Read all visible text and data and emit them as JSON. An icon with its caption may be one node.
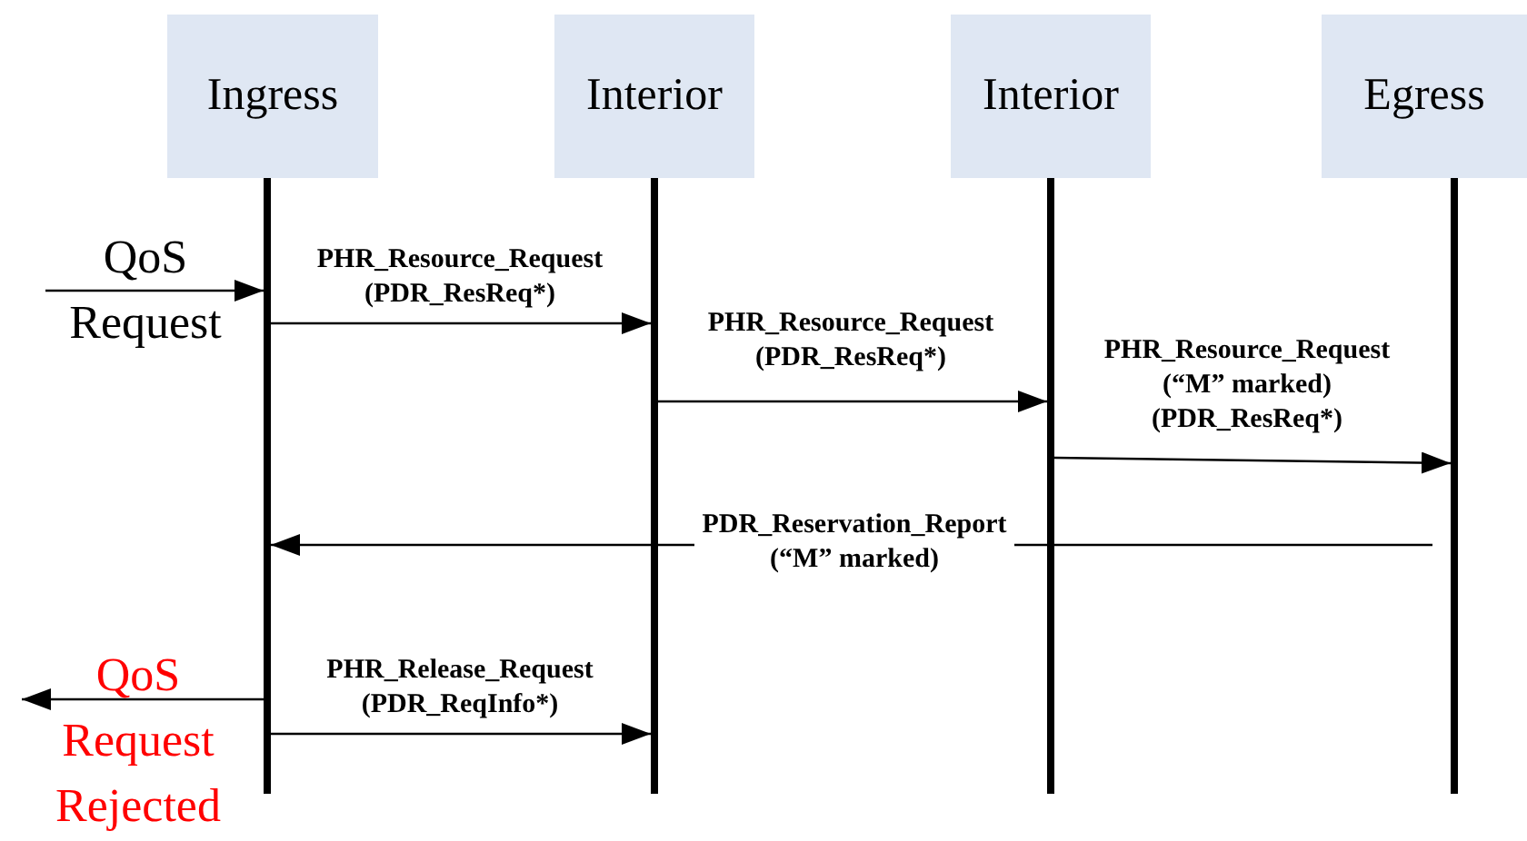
{
  "diagram": {
    "nodes": [
      {
        "text": [
          "Ingress"
        ]
      },
      {
        "text": [
          "Interior"
        ]
      },
      {
        "text": [
          "Interior"
        ]
      },
      {
        "text": [
          "Egress"
        ]
      },
      {
        "text": [],
        "shape": "bar"
      },
      {
        "text": [],
        "shape": "bar"
      },
      {
        "text": [],
        "shape": "bar"
      },
      {
        "text": [],
        "shape": "bar"
      },
      {
        "text": [
          "QoS Request"
        ]
      },
      {
        "text": [
          "QoS Request Rejected"
        ]
      }
    ],
    "edges": [
      {
        "from": 8,
        "to": 4,
        "arrow": "to"
      },
      {
        "from": 4,
        "to": 5,
        "arrow": "to",
        "label": "PHR_Resource_Request (PDR_ResReq*)"
      },
      {
        "from": 5,
        "to": 6,
        "arrow": "to",
        "label": "PHR_Resource_Request (PDR_ResReq*)"
      },
      {
        "from": 6,
        "to": 7,
        "arrow": "to",
        "label": "PHR_Resource_Request (“M” marked) (PDR_ResReq*)"
      },
      {
        "from": 7,
        "to": 4,
        "arrow": "to",
        "label": "PDR_Reservation_Report (“M” marked)"
      },
      {
        "from": 4,
        "to": 9,
        "arrow": "to"
      },
      {
        "from": 4,
        "to": 5,
        "arrow": "to",
        "label": "PHR_Release_Request (PDR_ReqInfo*)"
      }
    ]
  }
}
